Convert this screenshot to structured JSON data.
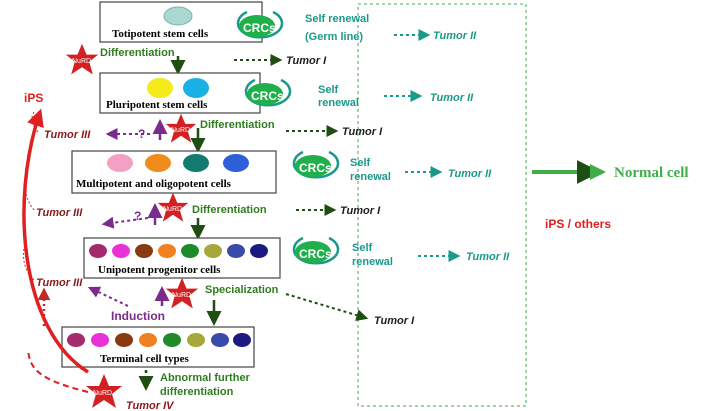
{
  "boxes": {
    "totipotent": "Totipotent stem cells",
    "pluripotent": "Pluripotent stem cells",
    "multipotent": "Multipotent and oligopotent cells",
    "unipotent": "Unipotent progenitor cells",
    "terminal": "Terminal cell types"
  },
  "crc": "CRCs",
  "nurd": "NuRD",
  "self_renewal": {
    "row1_a": "Self renewal",
    "row1_b": "(Germ line)",
    "word1": "Self",
    "word2": "renewal"
  },
  "steps": {
    "differentiation": "Differentiation",
    "specialization": "Specialization",
    "induction": "Induction",
    "abnormal_line1": "Abnormal further",
    "abnormal_line2": "differentiation"
  },
  "tumors": {
    "t1": "Tumor I",
    "t2": "Tumor II",
    "t3": "Tumor III",
    "t4": "Tumor IV"
  },
  "question_mark": "?",
  "ips": "iPS",
  "ips_others": "iPS / others",
  "normal_cell": "Normal cell",
  "colors": {
    "teal": "#1a9a8a",
    "crc_green": "#1fb04b",
    "nurd_red": "#d42020",
    "purple": "#7a2b8c",
    "dark_green": "#1f4d12",
    "arrow_green": "#3fae49",
    "red": "#e02020"
  }
}
